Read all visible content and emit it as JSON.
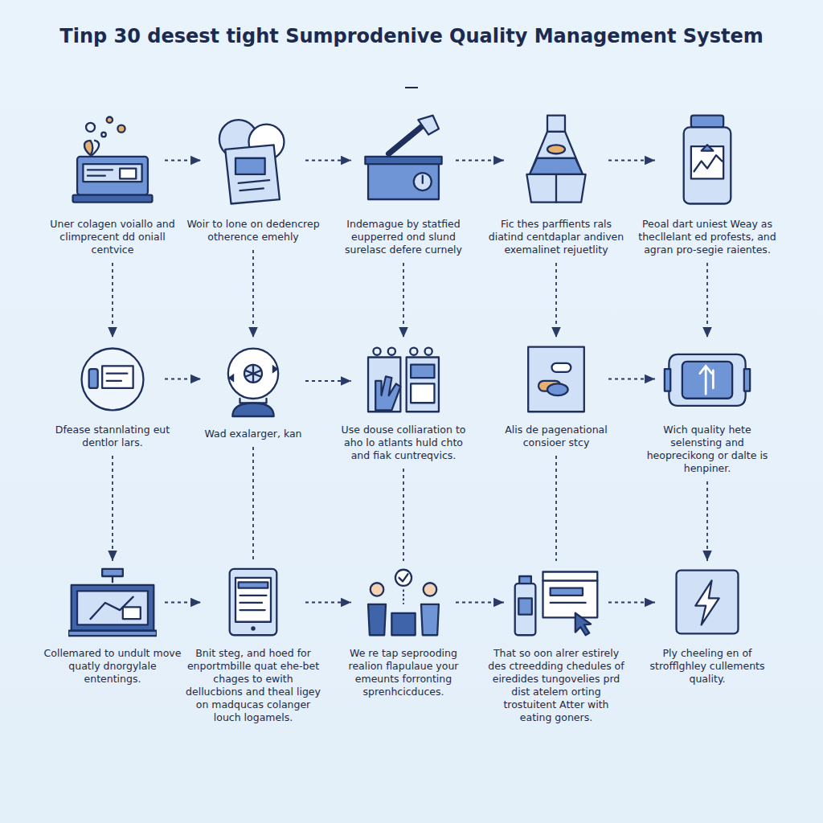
{
  "diagram": {
    "title": "Tinp 30 desest tight Sumprodenive Quality Management System",
    "nodes": [
      {
        "text": [
          "Uner colagen voiallo and climprecent dd oniall centvice"
        ]
      },
      {
        "text": [
          "Woir to lone on dedencrep otherence emehly"
        ]
      },
      {
        "text": [
          "Indemague by statfied eupperred ond slund surelasc defere curnely"
        ]
      },
      {
        "text": [
          "Fic thes parffients rals diatind centdaplar andiven exemalinet rejuetlity"
        ]
      },
      {
        "text": [
          "Peoal dart uniest Weay as thecllelant ed profests, and agran pro-segie raientes."
        ]
      },
      {
        "text": [
          "Dfease stannlating eut dentlor lars."
        ]
      },
      {
        "text": [
          "Wad exalarger, kan"
        ]
      },
      {
        "text": [
          "Use douse colliaration to aho lo atlants huld chto and fiak cuntreqvics."
        ]
      },
      {
        "text": [
          "Alis de pagenational consioer stcy"
        ]
      },
      {
        "text": [
          "Wich quality hete selensting and heoprecikong or dalte is henpiner."
        ]
      },
      {
        "text": [
          "Collemared to undult move quatly dnorgylale ententings."
        ]
      },
      {
        "text": [
          "Bnit steg, and hoed for enportmbille quat ehe-bet chages to ewith dellucbions and theal ligey on madqucas colanger louch logamels."
        ]
      },
      {
        "text": [
          "We re tap seprooding realion flapulaue your emeunts forronting sprenhcicduces."
        ]
      },
      {
        "text": [
          "That so oon alrer estirely des ctreedding chedules of eiredides tungovelies prd dist atelem orting trostuitent Atter with eating goners."
        ]
      },
      {
        "text": [
          "Ply cheeling en of strofflghley cullements quality."
        ]
      }
    ],
    "edges": [
      {
        "from": 0,
        "to": 1,
        "arrow": "to"
      },
      {
        "from": 1,
        "to": 2,
        "arrow": "to"
      },
      {
        "from": 2,
        "to": 3,
        "arrow": "to"
      },
      {
        "from": 3,
        "to": 4,
        "arrow": "to"
      },
      {
        "from": 0,
        "to": 5,
        "arrow": "to"
      },
      {
        "from": 1,
        "to": 6,
        "arrow": "to"
      },
      {
        "from": 2,
        "to": 7,
        "arrow": "to"
      },
      {
        "from": 3,
        "to": 8,
        "arrow": "to"
      },
      {
        "from": 4,
        "to": 9,
        "arrow": "to"
      },
      {
        "from": 5,
        "to": 6,
        "arrow": "to"
      },
      {
        "from": 6,
        "to": 7,
        "arrow": "to"
      },
      {
        "from": 8,
        "to": 9,
        "arrow": "to"
      },
      {
        "from": 5,
        "to": 10,
        "arrow": "to"
      },
      {
        "from": 6,
        "to": 11,
        "arrow": "none"
      },
      {
        "from": 7,
        "to": 12,
        "arrow": "none"
      },
      {
        "from": 8,
        "to": 13,
        "arrow": "none"
      },
      {
        "from": 9,
        "to": 14,
        "arrow": "to"
      },
      {
        "from": 10,
        "to": 11,
        "arrow": "to"
      },
      {
        "from": 11,
        "to": 12,
        "arrow": "to"
      },
      {
        "from": 12,
        "to": 13,
        "arrow": "to"
      },
      {
        "from": 13,
        "to": 14,
        "arrow": "to"
      }
    ]
  }
}
